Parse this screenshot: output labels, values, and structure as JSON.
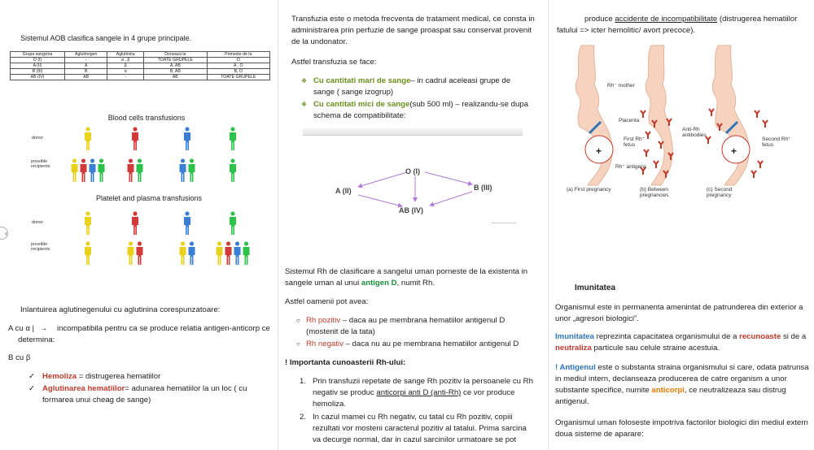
{
  "col1": {
    "title": "Sistemul AOB clasifica sangele in 4 grupe principale.",
    "table": {
      "headers": [
        "Grupa sangvina",
        "Aglutinogen",
        "Aglutinina",
        "Doneaza la",
        "Primeste de la"
      ],
      "rows": [
        [
          "O (I)",
          "-",
          "α , β",
          "TOATE GRUPELE",
          "O"
        ],
        [
          "A (II)",
          "A",
          "β",
          "A, AB",
          "A , O"
        ],
        [
          "B (III)",
          "B",
          "α",
          "B, AB",
          "B, O"
        ],
        [
          "AB (IV)",
          "AB",
          "-",
          "AB",
          "TOATE GRUPELE"
        ]
      ]
    },
    "figure": {
      "title1": "Blood cells transfusions",
      "title2": "Platelet and plasma transfusions",
      "donor": "donor",
      "recipients": "possible recipients"
    },
    "intro": "Inlantuirea aglutinegenului cu aglutinina corespunzatoare:",
    "a_line_left": "A cu α |",
    "a_arrow": "→",
    "a_line_right": "incompatibila pentru ca se produce relatia antigen-anticorp ce determina:",
    "b_line": "B cu β",
    "hemoliza_term": "Hemoliza",
    "hemoliza_text": " = distrugerea hematiilor",
    "aglut_term": "Aglutinarea hematiilor",
    "aglut_text": "= adunarea hematiilor la un loc ( cu formarea unui cheag de sange)"
  },
  "col2": {
    "p1": "Transfuzia este o metoda frecventa de tratament medical, ce consta in administrarea prin perfuzie de sange proaspat sau conservat provenit de la undonator.",
    "p2": "Astfel transfuzia se face:",
    "b1_term": "Cu cantitati mari de sange",
    "b1_text": "– in cadrul aceleasi grupe de sange ( sange izogrup)",
    "b2_term": "Cu cantitati mici de sange",
    "b2_text": "(sub 500 ml) – realizandu-se dupa schema de compatibilitate:",
    "diagram": {
      "o": "O (I)",
      "a": "A (II)",
      "b": "B (III)",
      "ab": "AB (IV)"
    },
    "rh_p1a": "Sistemul Rh de clasificare a sangelui uman porneste de la existenta in sangele uman al unui ",
    "rh_antigen": "antigen D",
    "rh_p1b": ", numit Rh.",
    "rh_p2": "Astfel oamenii pot avea:",
    "rh_pos_term": "Rh pozitiv",
    "rh_pos_text": " – daca au pe membrana hematiilor antigenul D (mostenit de la tata)",
    "rh_neg_term": "Rh negativ",
    "rh_neg_text": " – daca nu au pe membrana hematiilor antigenul D",
    "importance": "! Importanta cunoasterii Rh-ului:",
    "li1_a": "Prin transfuzii repetate de sange Rh pozitiv la persoanele cu Rh negativ se produc ",
    "li1_u": "anticorpi anti D (anti-Rh)",
    "li1_b": " ce vor produce hemoliza.",
    "li2": "In cazul mamei cu Rh negativ, cu tatal cu Rh pozitiv, copiii rezultati vor mosteni caracterul pozitiv al tatalui. Prima sarcina va decurge normal, dar in cazul sarcinilor urmatoare se pot"
  },
  "col3": {
    "top_a": "produce ",
    "top_u": "accidente de incompatibilitate",
    "top_b": " (distrugerea hematiilor fatului => icter hemolitic/ avort precoce).",
    "fig": {
      "rh_mother": "Rh⁻ mother",
      "placenta": "Placenta",
      "first_fetus": "First Rh⁺ fetus",
      "rh_antigens": "Rh⁺ antigens",
      "anti_rh": "Anti-Rh antibodies",
      "second_fetus": "Second Rh⁺ fetus",
      "cap_a": "(a) First pregnancy",
      "cap_b": "(b) Between pregnancies",
      "cap_c": "(c) Second pregnancy"
    },
    "imun_title": "Imunitatea",
    "imun_p1": "Organismul este in permanenta amenintat de patrunderea din exterior a unor „agresori biologici”.",
    "imun_p2_term": "Imunitatea",
    "imun_p2_a": " reprezinta capacitatea organismului de a ",
    "imun_p2_rec": "recunoaste",
    "imun_p2_b": " si de a ",
    "imun_p2_neu": "neutraliza",
    "imun_p2_c": " particule sau celule straine acestuia.",
    "imun_p3_term": "! Antigenul",
    "imun_p3_a": " este o substanta straina organismului si care, odata patrunsa in mediul intern, declanseaza producerea de catre organism a unor substante specifice, numite ",
    "imun_p3_anti": "anticorpi",
    "imun_p3_b": ", ce neutralizeaza sau distrug antigenul.",
    "imun_p4": "Organismul uman foloseste impotriva factorilor biologici din mediul extern doua sisteme de aparare:"
  },
  "colors": {
    "red": "#d23a3a",
    "yellow": "#e8d21c",
    "blue": "#3a7fd5",
    "green": "#2ec24a"
  }
}
